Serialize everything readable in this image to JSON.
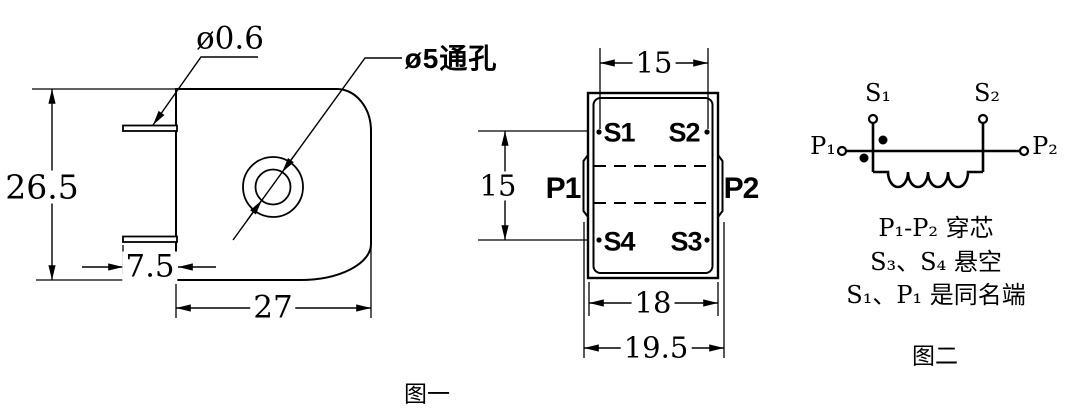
{
  "figure1": {
    "caption": "图一",
    "side_view": {
      "pin_diameter_label": "ø0.6",
      "hole_label": "ø5通孔",
      "height": "26.5",
      "pin_length": "7.5",
      "width": "27"
    },
    "top_view": {
      "pin_span_top": "15",
      "pin_span_side": "15",
      "body_width": "18",
      "total_width": "19.5",
      "pins": {
        "s1": "S1",
        "s2": "S2",
        "s3": "S3",
        "s4": "S4",
        "p1": "P1",
        "p2": "P2"
      }
    }
  },
  "figure2": {
    "caption": "图二",
    "terminals": {
      "s1": "S₁",
      "s2": "S₂",
      "p1": "P₁",
      "p2": "P₂"
    },
    "notes": [
      "P₁-P₂ 穿芯",
      "S₃、S₄ 悬空",
      "S₁、P₁ 是同名端"
    ]
  },
  "colors": {
    "line": "#000000",
    "background": "#ffffff"
  }
}
